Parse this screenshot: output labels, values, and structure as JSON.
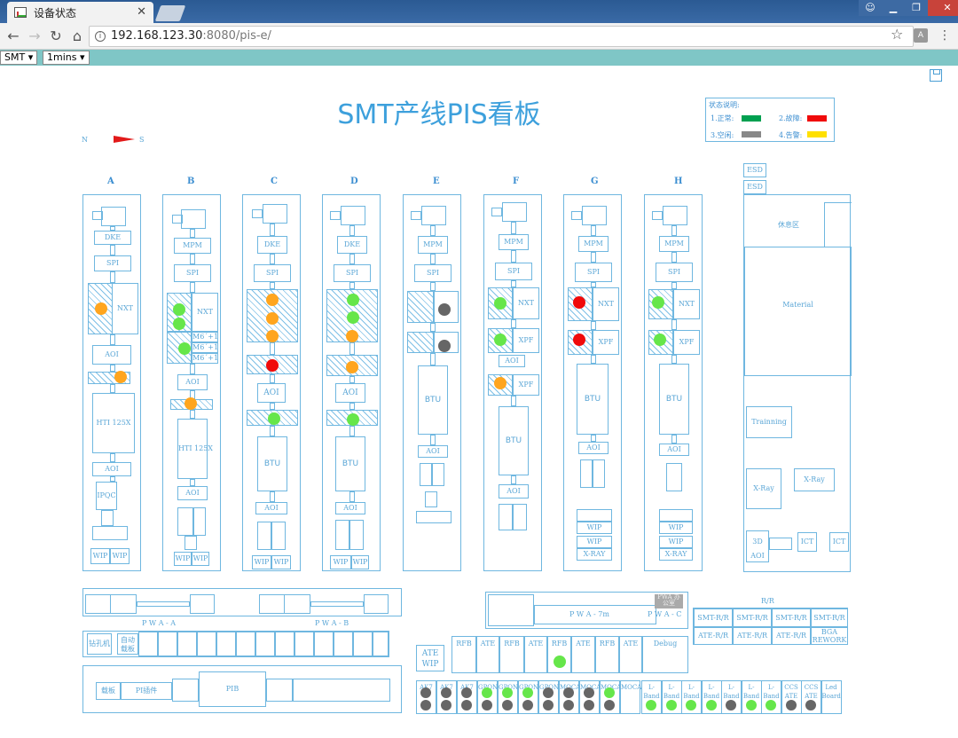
{
  "browser": {
    "tab_title": "设备状态",
    "tab_close": "✕",
    "url_host": "192.168.123.30",
    "url_rest": ":8080/pis-e/"
  },
  "appbar": {
    "line_select": "SMT ▾",
    "interval_select": "1mins ▾"
  },
  "board": {
    "title": "SMT产线PIS看板",
    "compass_n": "N",
    "compass_s": "S"
  },
  "legend": {
    "title": "状态说明:",
    "items": [
      {
        "label": "1.正常:",
        "color": "#00a050"
      },
      {
        "label": "2.故障:",
        "color": "#f00a0a"
      },
      {
        "label": "3.空闲:",
        "color": "#888888"
      },
      {
        "label": "4.告警:",
        "color": "#ffe000"
      }
    ]
  },
  "lines": {
    "A": {
      "label": "A",
      "top": [
        "DKE",
        "SPI"
      ],
      "machine": "NXT",
      "aoi": "AOI",
      "oven": "HTI 125X",
      "aoi2": "AOI",
      "ipqc": "IPQC",
      "bottom": [
        "WIP",
        "WIP"
      ]
    },
    "B": {
      "label": "B",
      "top": [
        "MPM",
        "SPI"
      ],
      "machine": "NXT",
      "m": [
        "M6´+1",
        "M6´+1",
        "M6´+1"
      ],
      "aoi": "AOI",
      "oven": "HTI 125X",
      "aoi2": "AOI",
      "bottom": [
        "WIP",
        "WIP"
      ]
    },
    "C": {
      "label": "C",
      "top": [
        "DKE",
        "SPI"
      ],
      "aoi": "AOI",
      "oven": "BTU",
      "aoi2": "AOI",
      "bottom": [
        "WIP",
        "WIP"
      ]
    },
    "D": {
      "label": "D",
      "top": [
        "DKE",
        "SPI"
      ],
      "aoi": "AOI",
      "oven": "BTU",
      "aoi2": "AOI",
      "bottom": [
        "WIP",
        "WIP"
      ]
    },
    "E": {
      "label": "E",
      "top": [
        "MPM",
        "SPI"
      ],
      "oven": "BTU",
      "aoi2": "AOI"
    },
    "F": {
      "label": "F",
      "top": [
        "MPM",
        "SPI"
      ],
      "m": [
        "NXT",
        "XPF",
        "XPF"
      ],
      "aoi": "AOI",
      "oven": "BTU",
      "aoi2": "AOI"
    },
    "G": {
      "label": "G",
      "top": [
        "MPM",
        "SPI"
      ],
      "m": [
        "NXT",
        "XPF"
      ],
      "oven": "BTU",
      "aoi2": "AOI",
      "wip": [
        "WIP",
        "WIP",
        "X-RAY"
      ]
    },
    "H": {
      "label": "H",
      "top": [
        "MPM",
        "SPI"
      ],
      "m": [
        "NXT",
        "XPF"
      ],
      "oven": "BTU",
      "aoi2": "AOI",
      "wip": [
        "WIP",
        "WIP",
        "X-RAY"
      ]
    }
  },
  "right_area": {
    "esd": [
      "ESD",
      "ESD"
    ],
    "rest": "休息区",
    "material": "Material",
    "training": "Trainning",
    "xray1": "X-Ray",
    "xray2": "X-Ray",
    "aoi3d": "3D AOI",
    "ict1": "ICT",
    "ict2": "ICT"
  },
  "bottom": {
    "pwa_a": "P W A - A",
    "pwa_b": "P W A - B",
    "pwa_7m": "P W A - 7m",
    "pwa_c": "P W A - C",
    "pwa_office": "PWA 办公室",
    "rr_title": "R/R",
    "rr": [
      "SMT-R/R",
      "SMT-R/R",
      "SMT-R/R",
      "SMT-R/R",
      "ATE-R/R",
      "ATE-R/R",
      "ATE-R/R",
      "BGA REWORK"
    ],
    "drill": "钻孔机",
    "auto": "自动 载板",
    "plate": "载板",
    "pi": "PI插件",
    "pib": "PIB",
    "ate_wip": "ATE WIP",
    "rfb_row": [
      "RFB",
      "ATE",
      "RFB",
      "ATE",
      "RFB",
      "ATE",
      "RFB",
      "ATE",
      "Debug"
    ],
    "ak_row": [
      "AK7",
      "AK7",
      "AK7",
      "GPON",
      "GPON",
      "GPON",
      "GPON",
      "MOCA",
      "MOCA",
      "MOCA",
      "MOCA"
    ],
    "band_row": [
      "L-Band",
      "L-Band",
      "L-Band",
      "L-Band",
      "L-Band",
      "L-Band",
      "L-Band",
      "CCS ATE",
      "CCS ATE",
      "Led Board"
    ]
  }
}
